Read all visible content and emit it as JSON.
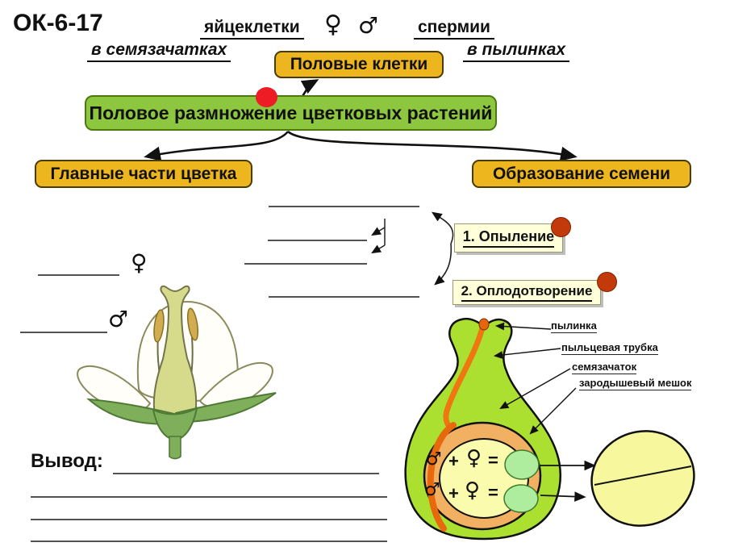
{
  "page": {
    "code": "ОК-6-17"
  },
  "header": {
    "egg_label": "яйцеклетки",
    "female_symbol": "♀",
    "male_symbol": "♂",
    "sperm_label": "спермии",
    "egg_location": "в семязачатках",
    "sperm_location": "в пылинках"
  },
  "scheme": {
    "sex_cells": "Половые клетки",
    "main_title": "Половое размножение цветковых растений",
    "flower_parts": "Главные части цветка",
    "seed_formation": "Образование семени",
    "step1": "1. Опыление",
    "step2": "2. Оплодотворение"
  },
  "flower": {
    "female_symbol": "♀",
    "male_symbol": "♂"
  },
  "ovule": {
    "labels": [
      "пылинка",
      "пыльцевая трубка",
      "семязачаток",
      "зародышевый мешок"
    ],
    "fusion": [
      {
        "male": "♂",
        "plus": "+",
        "female": "♀",
        "equals": "="
      },
      {
        "male": "♂",
        "plus": "+",
        "female": "♀",
        "equals": "="
      }
    ]
  },
  "conclusion": {
    "label": "Вывод:"
  },
  "colors": {
    "accent_yellow": "#EDB51E",
    "accent_green": "#8DC63F",
    "red_marker": "#EE1C25",
    "step_marker": "#C23A0A",
    "note_bg": "#FFFFD9",
    "pistil_green": "#ACE030",
    "pollen_orange": "#EE7711",
    "ovule_tan": "#F2B063",
    "embryo_sac_yellow": "#FBFBAE",
    "zygote_green": "#AEEC9E",
    "seed_yellow": "#F7F79E"
  }
}
